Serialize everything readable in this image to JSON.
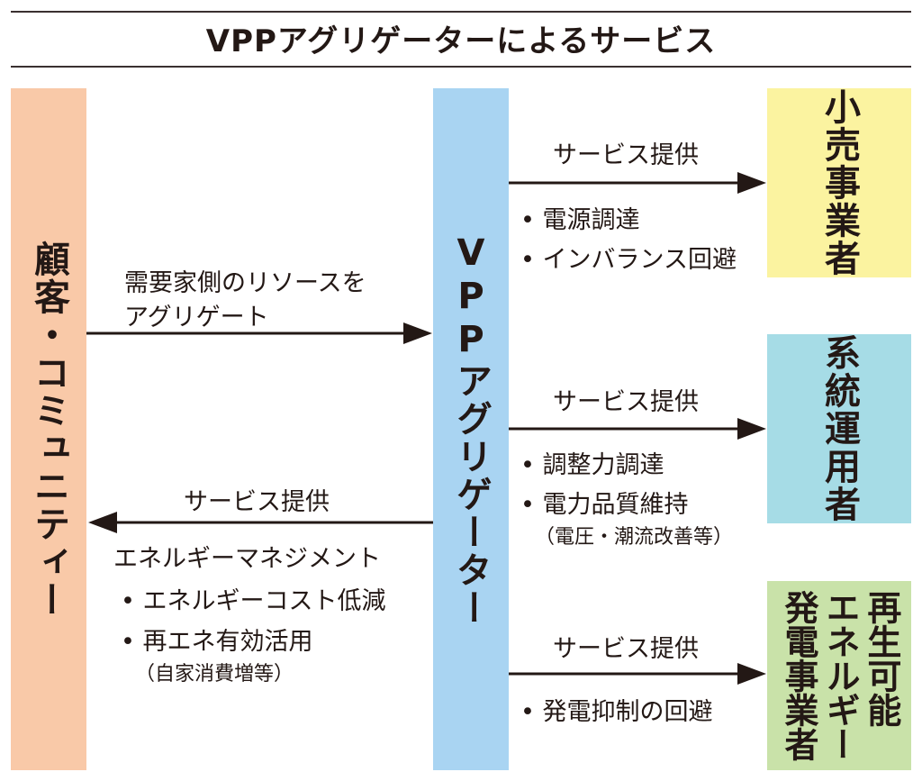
{
  "title": "VPPアグリゲーターによるサービス",
  "colors": {
    "customer_box": "#f9c9a8",
    "vpp_box": "#a9d4f2",
    "retail_box": "#fbf3a0",
    "grid_box": "#a6dce6",
    "renewable_box": "#c9e2a9",
    "arrow": "#231815"
  },
  "nodes": {
    "customer": "顧客・コミュニティー",
    "vpp": "VPPアグリゲーター",
    "retail": "小売事業者",
    "grid": "系統運用者",
    "renewable": [
      "再生可能",
      "エネルギー",
      "発電事業者"
    ]
  },
  "left": {
    "aggregate_label_line1": "需要家側のリソースを",
    "aggregate_label_line2": "アグリゲート",
    "service_label": "サービス提供",
    "energy_mgmt": "エネルギーマネジメント",
    "bullets": [
      "エネルギーコスト低減",
      "再エネ有効活用"
    ],
    "bullet_note": "（自家消費増等）"
  },
  "right": {
    "retail": {
      "service_label": "サービス提供",
      "bullets": [
        "電源調達",
        "インバランス回避"
      ]
    },
    "grid": {
      "service_label": "サービス提供",
      "bullets": [
        "調整力調達",
        "電力品質維持"
      ],
      "note": "（電圧・潮流改善等）"
    },
    "renewable": {
      "service_label": "サービス提供",
      "bullets": [
        "発電抑制の回避"
      ]
    }
  }
}
